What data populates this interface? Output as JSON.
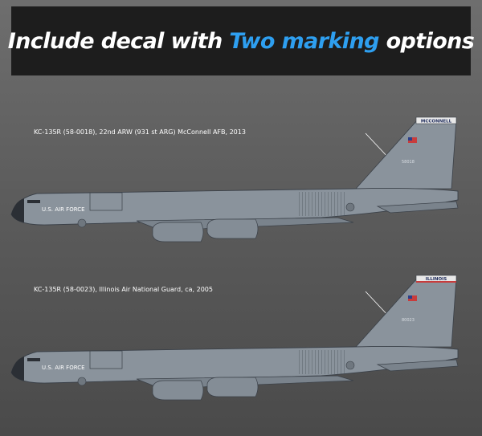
{
  "header": {
    "title_part1": "Include decal with ",
    "title_highlight": "Two marking",
    "title_part2": " options",
    "highlight_color": "#2e9ff0"
  },
  "options": [
    {
      "caption": "KC-135R (58-0018), 22nd ARW (931 st ARG) McConnell AFB, 2013",
      "fuselage_text": "U.S. AIR FORCE",
      "tail_band": "MCCONNELL",
      "tail_code": "58018"
    },
    {
      "caption": "KC-135R (58-0023), Illinois Air National Guard, ca, 2005",
      "fuselage_text": "U.S. AIR FORCE",
      "tail_band": "ILLINOIS",
      "tail_code": "80023"
    }
  ],
  "colors": {
    "aircraft_gray": "#8a939c",
    "panel_line": "#3a4048",
    "background": "#5c5c5c",
    "banner": "#1d1d1d"
  }
}
